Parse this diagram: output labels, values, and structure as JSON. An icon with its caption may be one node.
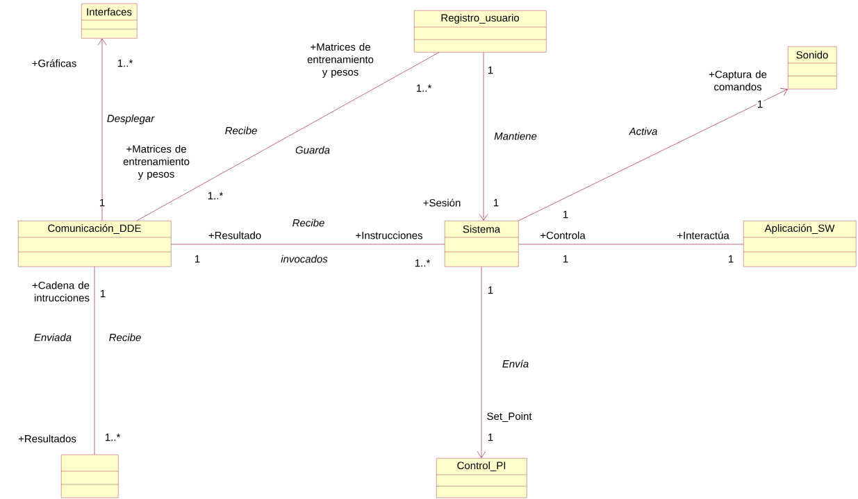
{
  "diagram": {
    "nodes": [
      {
        "text": [
          "Interfaces"
        ]
      },
      {
        "text": [
          "Registro_usuario"
        ]
      },
      {
        "text": [
          "Sonido"
        ]
      },
      {
        "text": [
          "Comunicación_DDE"
        ]
      },
      {
        "text": [
          "Sistema"
        ]
      },
      {
        "text": [
          "Aplicación_SW"
        ]
      },
      {
        "text": [],
        "shape": "box"
      },
      {
        "text": [
          "Control_PI"
        ]
      }
    ],
    "edges": [
      {
        "from": 3,
        "to": 0,
        "arrow": "to",
        "label": "Desplegar"
      },
      {
        "from": 3,
        "to": 1,
        "arrow": "none",
        "label": "Recibe"
      },
      {
        "from": 1,
        "to": 4,
        "arrow": "to",
        "label": "Mantiene"
      },
      {
        "from": 4,
        "to": 2,
        "arrow": "to",
        "label": "Activa"
      },
      {
        "from": 3,
        "to": 4,
        "arrow": "none",
        "label": "Recibe"
      },
      {
        "from": 4,
        "to": 5,
        "arrow": "none"
      },
      {
        "from": 3,
        "to": 6,
        "arrow": "none",
        "label": "Enviada"
      },
      {
        "from": 4,
        "to": 7,
        "arrow": "to",
        "label": "Envía"
      }
    ],
    "labels": [
      "+Gráficas",
      "1..*",
      "1",
      "+Matrices de entrenamiento y pesos",
      "1..*",
      "+Matrices de entrenamiento y pesos",
      "1..*",
      "Guarda",
      "1",
      "+Sesión",
      "1",
      "+Captura de comandos",
      "1",
      "1",
      "+Resultado",
      "1",
      "invocados",
      "+Instrucciones",
      "1..*",
      "+Controla",
      "1",
      "+Interactúa",
      "1",
      "+Cadena de intrucciones",
      "1",
      "Recibe",
      "+Resultados",
      "1..*",
      "1",
      "Set_Point",
      "1"
    ]
  }
}
